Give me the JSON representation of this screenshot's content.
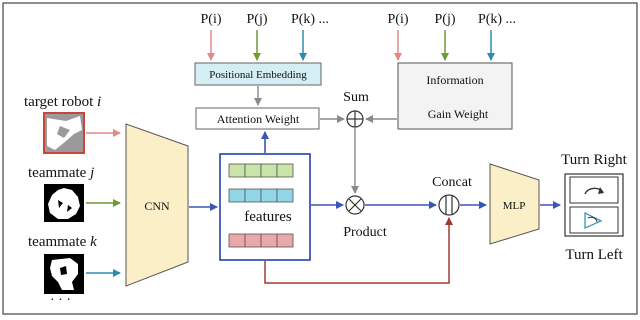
{
  "inputs": {
    "target": {
      "label": "target robot",
      "var": "i"
    },
    "teammate_j": {
      "label": "teammate",
      "var": "j"
    },
    "teammate_k": {
      "label": "teammate",
      "var": "k"
    },
    "ellipsis": "· · ·"
  },
  "cnn_label": "CNN",
  "features_label": "features",
  "pos_labels_left": [
    "P(i)",
    "P(j)",
    "P(k) ..."
  ],
  "pos_labels_right": [
    "P(i)",
    "P(j)",
    "P(k) ..."
  ],
  "positional_embedding": "Positional Embedding",
  "attention_weight": "Attention Weight",
  "info_gain_line1": "Information",
  "info_gain_line2": "Gain Weight",
  "sum_label": "Sum",
  "product_label": "Product",
  "concat_label": "Concat",
  "mlp_label": "MLP",
  "turn_right": "Turn Right",
  "turn_left": "Turn Left",
  "colors": {
    "i": "#e08a8a",
    "j": "#6f9a35",
    "k": "#2f8ab0",
    "blue_line": "#3b55b5",
    "red_line": "#a03a2e",
    "gray_line": "#8a8a8a",
    "funnel": "#fbefc8",
    "feat_green": "#c9e3a8",
    "feat_cyan": "#8fd6e6",
    "feat_pink": "#eaa8a8",
    "pe_fill": "#d4eef4",
    "ig_fill": "#f3f3f3"
  }
}
